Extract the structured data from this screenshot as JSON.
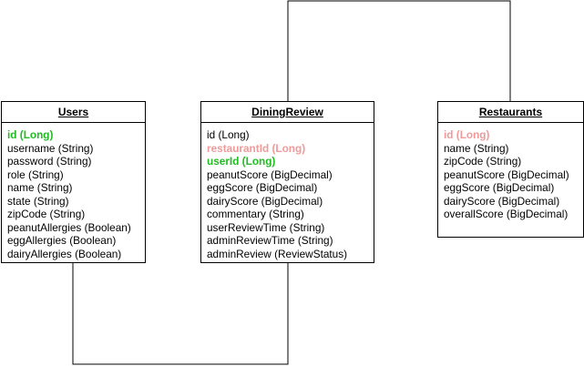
{
  "entities": [
    {
      "id": "users",
      "title": "Users",
      "attributes": [
        {
          "text": "id (Long)",
          "style": "pk"
        },
        {
          "text": "username (String)",
          "style": ""
        },
        {
          "text": "password (String)",
          "style": ""
        },
        {
          "text": "role (String)",
          "style": ""
        },
        {
          "text": "name (String)",
          "style": ""
        },
        {
          "text": "state (String)",
          "style": ""
        },
        {
          "text": "zipCode (String)",
          "style": ""
        },
        {
          "text": "peanutAllergies (Boolean)",
          "style": ""
        },
        {
          "text": "eggAllergies (Boolean)",
          "style": ""
        },
        {
          "text": "dairyAllergies (Boolean)",
          "style": ""
        }
      ]
    },
    {
      "id": "dining-review",
      "title": "DiningReview",
      "attributes": [
        {
          "text": "id (Long)",
          "style": ""
        },
        {
          "text": "restaurantId (Long)",
          "style": "fk-pink"
        },
        {
          "text": "userId (Long)",
          "style": "fk-green"
        },
        {
          "text": "peanutScore (BigDecimal)",
          "style": ""
        },
        {
          "text": "eggScore (BigDecimal)",
          "style": ""
        },
        {
          "text": "dairyScore (BigDecimal)",
          "style": ""
        },
        {
          "text": "commentary (String)",
          "style": ""
        },
        {
          "text": "userReviewTime (String)",
          "style": ""
        },
        {
          "text": "adminReviewTime (String)",
          "style": ""
        },
        {
          "text": "adminReview (ReviewStatus)",
          "style": ""
        }
      ]
    },
    {
      "id": "restaurants",
      "title": "Restaurants",
      "attributes": [
        {
          "text": "id (Long)",
          "style": "pink"
        },
        {
          "text": "name (String)",
          "style": ""
        },
        {
          "text": "zipCode (String)",
          "style": ""
        },
        {
          "text": "peanutScore (BigDecimal)",
          "style": ""
        },
        {
          "text": "eggScore (BigDecimal)",
          "style": ""
        },
        {
          "text": "dairyScore (BigDecimal)",
          "style": ""
        },
        {
          "text": "overallScore (BigDecimal)",
          "style": ""
        }
      ]
    }
  ],
  "colors": {
    "primary_key": "#22bb22",
    "foreign_key": "#f09a9a",
    "line": "#000000"
  }
}
